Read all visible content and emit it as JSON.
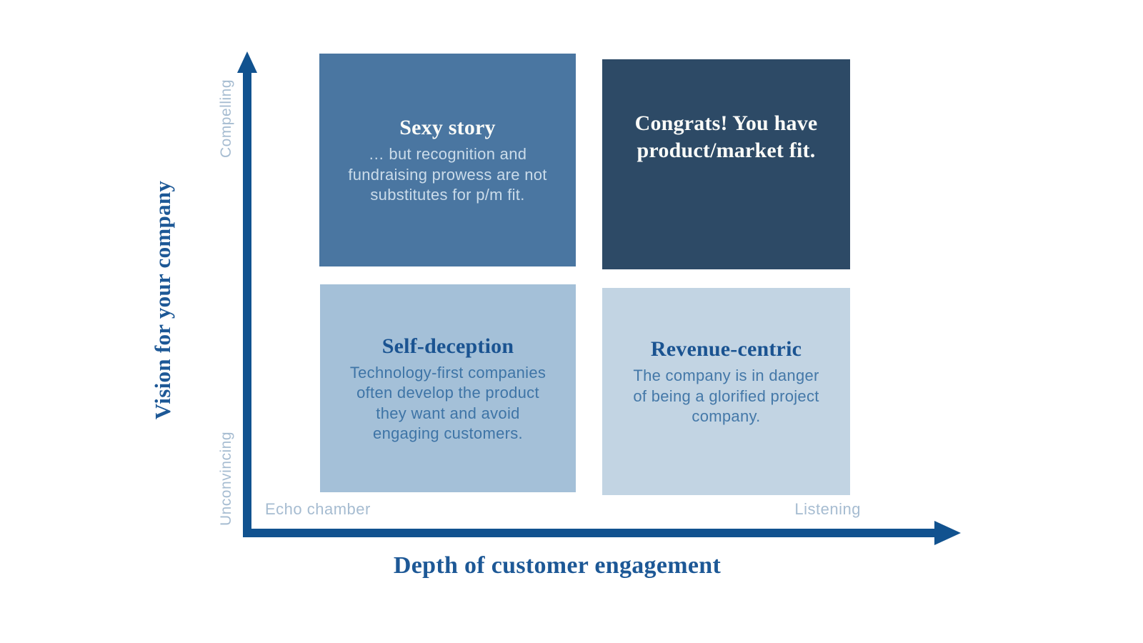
{
  "axes": {
    "y": {
      "title": "Vision for your company",
      "top_label": "Compelling",
      "bottom_label": "Unconvincing"
    },
    "x": {
      "title": "Depth of customer engagement",
      "left_label": "Echo chamber",
      "right_label": "Listening"
    }
  },
  "quadrants": {
    "top_left": {
      "title": "Sexy story",
      "body_lines": [
        "… but recognition and",
        "fundraising prowess are not",
        "substitutes for p/m fit."
      ]
    },
    "top_right": {
      "title_lines": [
        "Congrats! You have",
        "product/market fit."
      ]
    },
    "bottom_left": {
      "title": "Self-deception",
      "body_lines": [
        "Technology-first companies",
        "often develop the product",
        "they want and avoid",
        "engaging customers."
      ]
    },
    "bottom_right": {
      "title": "Revenue-centric",
      "body_lines": [
        "The company is in danger",
        "of being a glorified project",
        "company."
      ]
    }
  },
  "colors": {
    "background": "#FFFFFF",
    "axis": "#11528F",
    "axis_title_text": "#1D5896",
    "axis_end_label_text": "#A6BCD1",
    "quad_top_left_bg": "#4A76A1",
    "quad_top_right_bg": "#2D4A66",
    "quad_bottom_left_bg": "#A4C0D8",
    "quad_bottom_right_bg": "#C2D4E3",
    "quad_light_title_text": "#FAFBF8",
    "quad_dark_title_text": "#1A5391",
    "quad_top_left_body_text": "#CBDCEA",
    "quad_bottom_body_text": "#3E74A6"
  }
}
